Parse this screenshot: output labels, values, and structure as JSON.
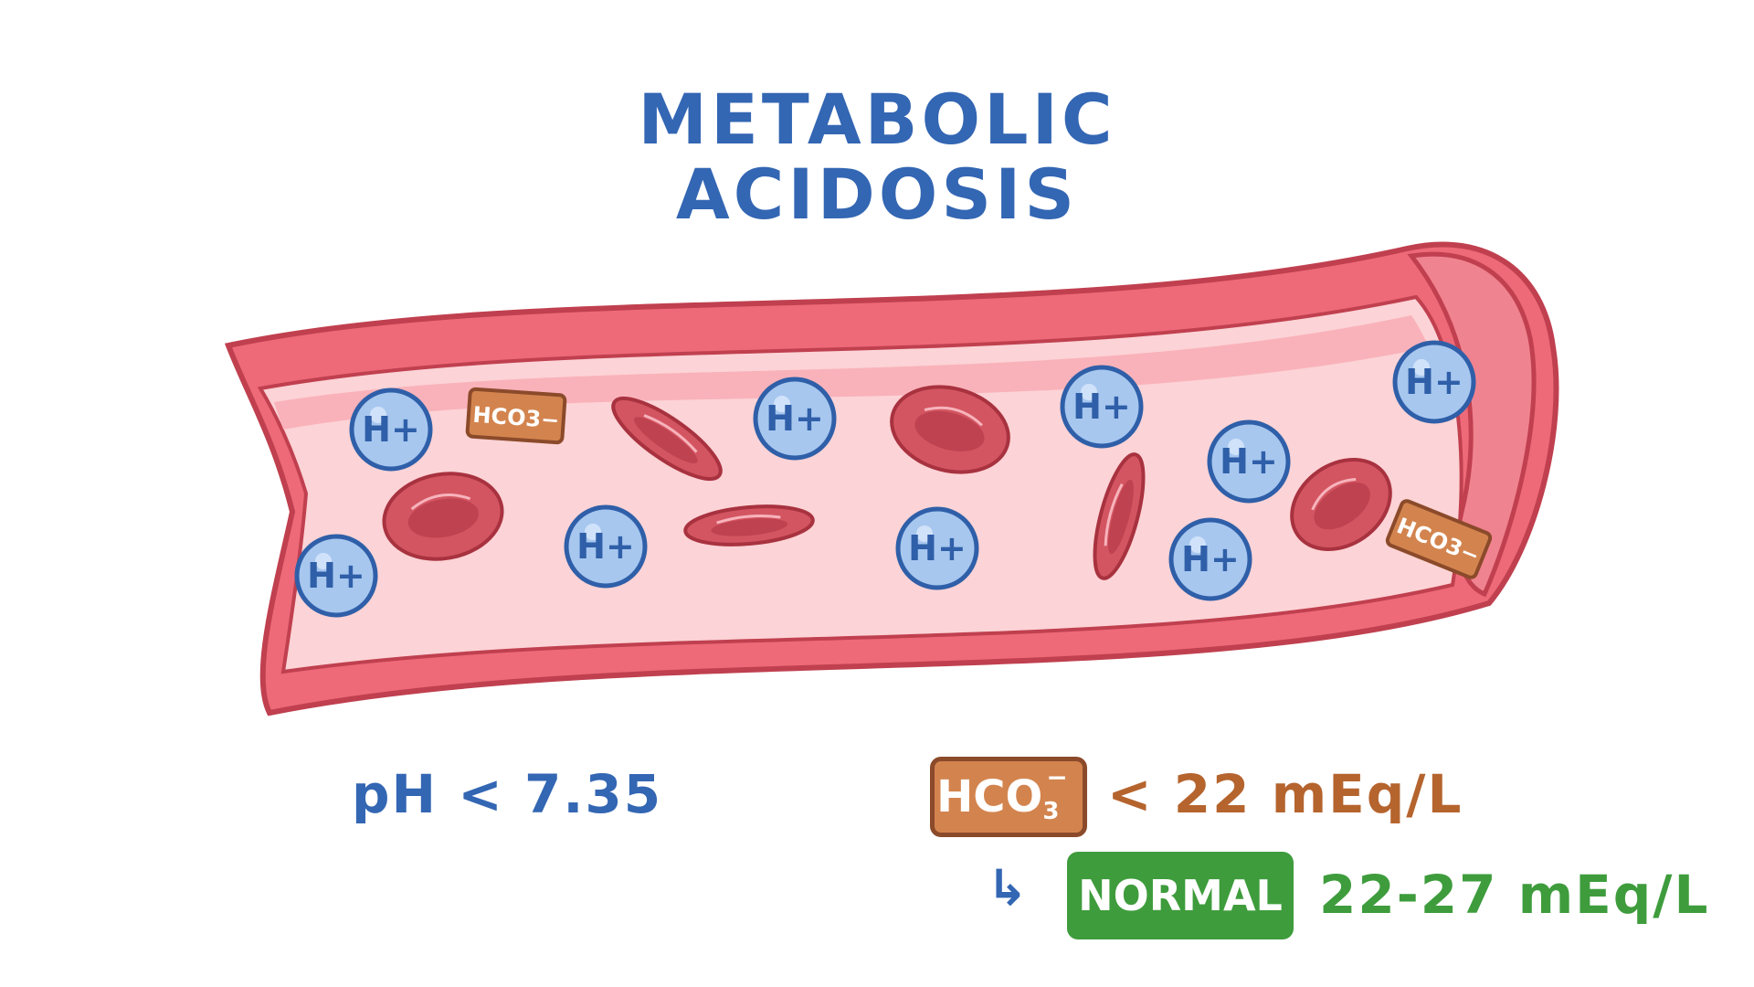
{
  "title": {
    "line1": "METABOLIC",
    "line2": "ACIDOSIS"
  },
  "labels": {
    "ph": "pH < 7.35",
    "hco3_badge": "HCO",
    "hco3_sub": "3",
    "hco3_sup": "−",
    "hco3_range": "< 22 mEq/L",
    "arrow": "↳",
    "normal_badge": "NORMAL",
    "normal_range": "22-27 mEq/L"
  },
  "particle_text": {
    "h_ion": "H+",
    "hco3_small": "HCO3−"
  },
  "colors": {
    "title": "#3366b3",
    "vessel_wall": "#ee6a78",
    "vessel_inner": "#fcd3d6",
    "rbc": "#d35561",
    "h_ion": "#a7c7ef",
    "hco3": "#d3844e",
    "normal": "#3e9c3c"
  }
}
